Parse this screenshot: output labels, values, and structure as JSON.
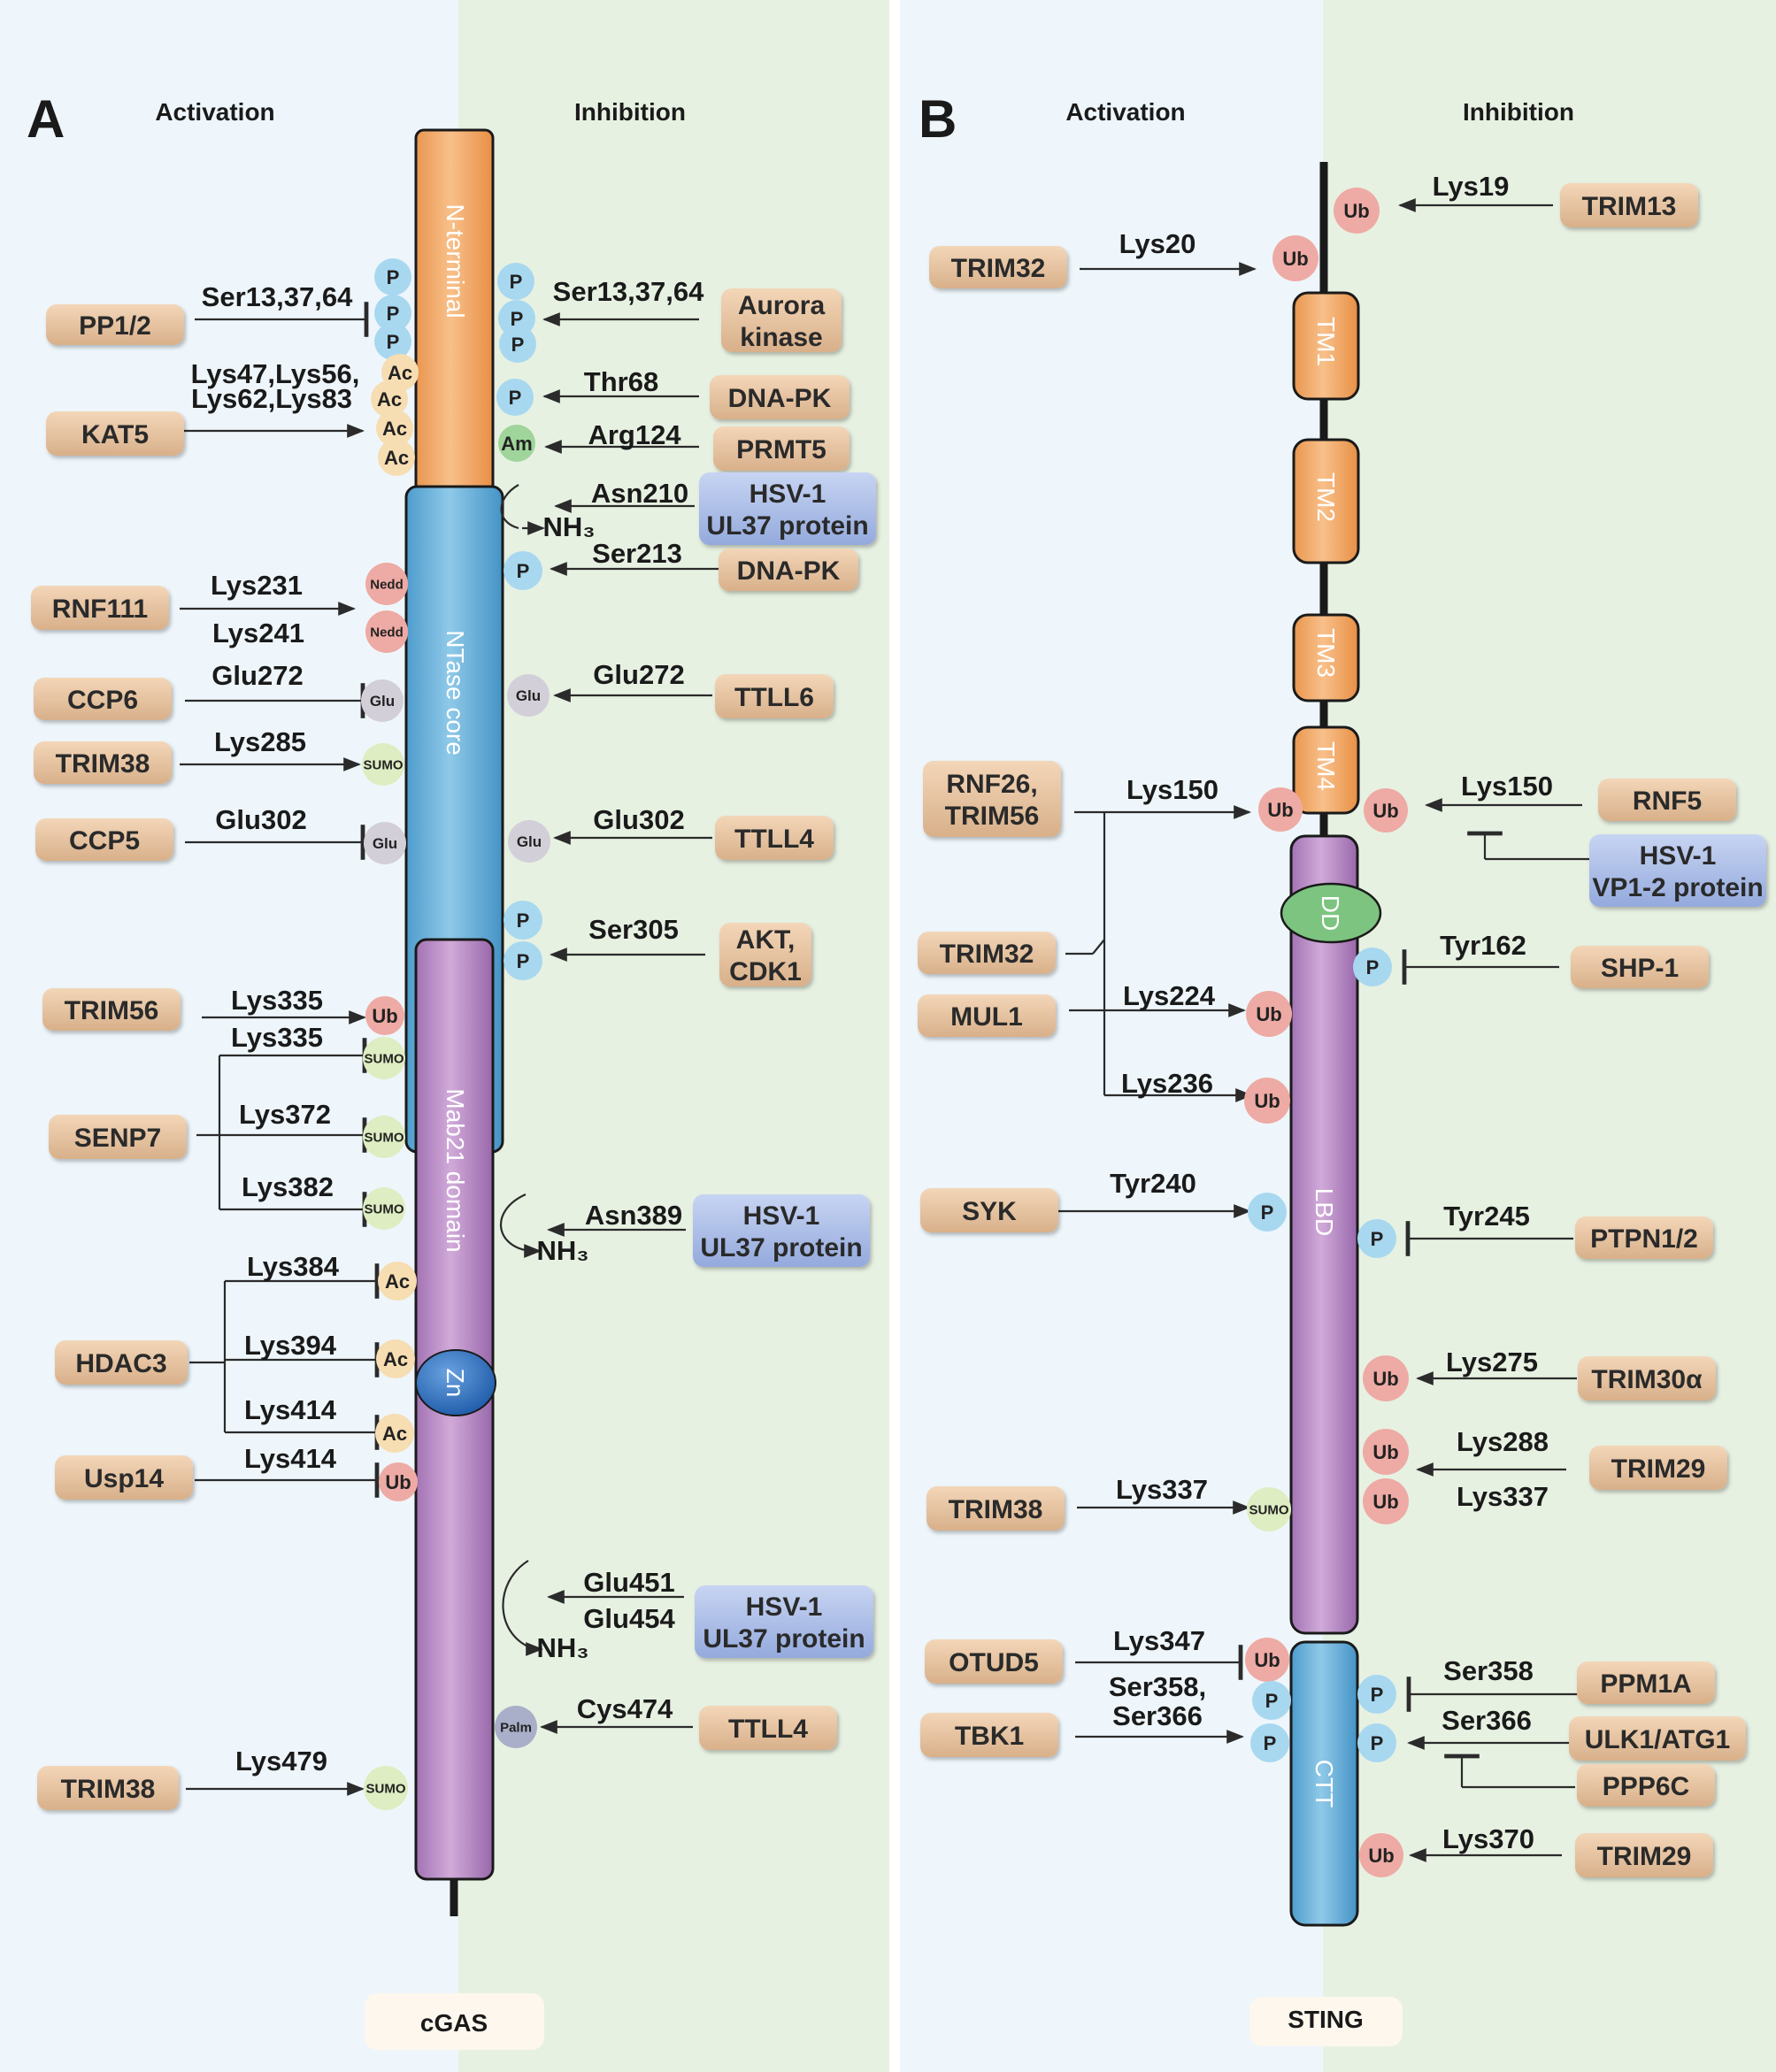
{
  "panels": [
    {
      "label": "A",
      "activation_label": "Activation",
      "inhibition_label": "Inhibition",
      "protein_name": "cGAS",
      "domains": [
        "N-terminal",
        "NTase core",
        "Mab21 domain",
        "Zn"
      ]
    },
    {
      "label": "B",
      "activation_label": "Activation",
      "inhibition_label": "Inhibition",
      "protein_name": "STING",
      "domains": [
        "TM1",
        "TM2",
        "TM3",
        "TM4",
        "DD",
        "LBD",
        "CTT"
      ]
    }
  ],
  "regulators": [
    {
      "lines": [
        "PP1/2"
      ],
      "style": "enzyme"
    },
    {
      "lines": [
        "KAT5"
      ],
      "style": "enzyme"
    },
    {
      "lines": [
        "RNF111"
      ],
      "style": "enzyme"
    },
    {
      "lines": [
        "CCP6"
      ],
      "style": "enzyme"
    },
    {
      "lines": [
        "TRIM38"
      ],
      "style": "enzyme"
    },
    {
      "lines": [
        "CCP5"
      ],
      "style": "enzyme"
    },
    {
      "lines": [
        "TRIM56"
      ],
      "style": "enzyme"
    },
    {
      "lines": [
        "SENP7"
      ],
      "style": "enzyme"
    },
    {
      "lines": [
        "HDAC3"
      ],
      "style": "enzyme"
    },
    {
      "lines": [
        "Usp14"
      ],
      "style": "enzyme"
    },
    {
      "lines": [
        "TRIM38"
      ],
      "style": "enzyme"
    },
    {
      "lines": [
        "Aurora",
        "kinase"
      ],
      "style": "enzyme"
    },
    {
      "lines": [
        "DNA-PK"
      ],
      "style": "enzyme"
    },
    {
      "lines": [
        "PRMT5"
      ],
      "style": "enzyme"
    },
    {
      "lines": [
        "HSV-1",
        "UL37 protein"
      ],
      "style": "virus"
    },
    {
      "lines": [
        "DNA-PK"
      ],
      "style": "enzyme"
    },
    {
      "lines": [
        "TTLL6"
      ],
      "style": "enzyme"
    },
    {
      "lines": [
        "TTLL4"
      ],
      "style": "enzyme"
    },
    {
      "lines": [
        "AKT,",
        "CDK1"
      ],
      "style": "enzyme"
    },
    {
      "lines": [
        "HSV-1",
        "UL37 protein"
      ],
      "style": "virus"
    },
    {
      "lines": [
        "HSV-1",
        "UL37 protein"
      ],
      "style": "virus"
    },
    {
      "lines": [
        "TTLL4"
      ],
      "style": "enzyme"
    },
    {
      "lines": [
        "TRIM32"
      ],
      "style": "enzyme"
    },
    {
      "lines": [
        "RNF26,",
        "TRIM56"
      ],
      "style": "enzyme"
    },
    {
      "lines": [
        "TRIM32"
      ],
      "style": "enzyme"
    },
    {
      "lines": [
        "MUL1"
      ],
      "style": "enzyme"
    },
    {
      "lines": [
        "SYK"
      ],
      "style": "enzyme"
    },
    {
      "lines": [
        "TRIM38"
      ],
      "style": "enzyme"
    },
    {
      "lines": [
        "OTUD5"
      ],
      "style": "enzyme"
    },
    {
      "lines": [
        "TBK1"
      ],
      "style": "enzyme"
    },
    {
      "lines": [
        "TRIM13"
      ],
      "style": "enzyme"
    },
    {
      "lines": [
        "RNF5"
      ],
      "style": "enzyme"
    },
    {
      "lines": [
        "HSV-1",
        "VP1-2 protein"
      ],
      "style": "virus"
    },
    {
      "lines": [
        "SHP-1"
      ],
      "style": "enzyme"
    },
    {
      "lines": [
        "PTPN1/2"
      ],
      "style": "enzyme"
    },
    {
      "lines": [
        "TRIM30α"
      ],
      "style": "enzyme"
    },
    {
      "lines": [
        "TRIM29"
      ],
      "style": "enzyme"
    },
    {
      "lines": [
        "PPM1A"
      ],
      "style": "enzyme"
    },
    {
      "lines": [
        "ULK1/ATG1"
      ],
      "style": "enzyme"
    },
    {
      "lines": [
        "PPP6C"
      ],
      "style": "enzyme"
    },
    {
      "lines": [
        "TRIM29"
      ],
      "style": "enzyme"
    }
  ],
  "ptm_marks": [
    {
      "label": "P",
      "type": "phospho"
    },
    {
      "label": "P",
      "type": "phospho"
    },
    {
      "label": "P",
      "type": "phospho"
    },
    {
      "label": "Ac",
      "type": "acetyl"
    },
    {
      "label": "Ac",
      "type": "acetyl"
    },
    {
      "label": "Ac",
      "type": "acetyl"
    },
    {
      "label": "Ac",
      "type": "acetyl"
    },
    {
      "label": "P",
      "type": "phospho"
    },
    {
      "label": "P",
      "type": "phospho"
    },
    {
      "label": "P",
      "type": "phospho"
    },
    {
      "label": "P",
      "type": "phospho"
    },
    {
      "label": "Am",
      "type": "methyl"
    },
    {
      "label": "P",
      "type": "phospho"
    },
    {
      "label": "Nedd",
      "type": "neddyl"
    },
    {
      "label": "Nedd",
      "type": "neddyl"
    },
    {
      "label": "Glu",
      "type": "glutamyl"
    },
    {
      "label": "Glu",
      "type": "glutamyl"
    },
    {
      "label": "SUMO",
      "type": "sumo"
    },
    {
      "label": "Glu",
      "type": "glutamyl"
    },
    {
      "label": "Glu",
      "type": "glutamyl"
    },
    {
      "label": "P",
      "type": "phospho"
    },
    {
      "label": "P",
      "type": "phospho"
    },
    {
      "label": "Ub",
      "type": "ubiquitin"
    },
    {
      "label": "SUMO",
      "type": "sumo"
    },
    {
      "label": "SUMO",
      "type": "sumo"
    },
    {
      "label": "SUMO",
      "type": "sumo"
    },
    {
      "label": "Ac",
      "type": "acetyl"
    },
    {
      "label": "Ac",
      "type": "acetyl"
    },
    {
      "label": "Ac",
      "type": "acetyl"
    },
    {
      "label": "Ub",
      "type": "ubiquitin"
    },
    {
      "label": "Palm",
      "type": "palmitoyl"
    },
    {
      "label": "SUMO",
      "type": "sumo"
    },
    {
      "label": "Ub",
      "type": "ubiquitin"
    },
    {
      "label": "Ub",
      "type": "ubiquitin"
    },
    {
      "label": "Ub",
      "type": "ubiquitin"
    },
    {
      "label": "Ub",
      "type": "ubiquitin"
    },
    {
      "label": "P",
      "type": "phospho"
    },
    {
      "label": "Ub",
      "type": "ubiquitin"
    },
    {
      "label": "Ub",
      "type": "ubiquitin"
    },
    {
      "label": "P",
      "type": "phospho"
    },
    {
      "label": "P",
      "type": "phospho"
    },
    {
      "label": "Ub",
      "type": "ubiquitin"
    },
    {
      "label": "Ub",
      "type": "ubiquitin"
    },
    {
      "label": "Ub",
      "type": "ubiquitin"
    },
    {
      "label": "SUMO",
      "type": "sumo"
    },
    {
      "label": "Ub",
      "type": "ubiquitin"
    },
    {
      "label": "P",
      "type": "phospho"
    },
    {
      "label": "P",
      "type": "phospho"
    },
    {
      "label": "P",
      "type": "phospho"
    },
    {
      "label": "P",
      "type": "phospho"
    },
    {
      "label": "Ub",
      "type": "ubiquitin"
    }
  ],
  "site_labels": [
    "Ser13,37,64",
    "Lys47,Lys56,",
    "Lys62,Lys83",
    "Lys231",
    "Lys241",
    "Glu272",
    "Lys285",
    "Glu302",
    "Lys335",
    "Lys335",
    "Lys372",
    "Lys382",
    "Lys384",
    "Lys394",
    "Lys414",
    "Lys414",
    "Lys479",
    "Ser13,37,64",
    "Thr68",
    "Arg124",
    "Asn210",
    "NH₃",
    "Ser213",
    "Glu272",
    "Glu302",
    "Ser305",
    "Asn389",
    "NH₃",
    "Glu451",
    "Glu454",
    "NH₃",
    "Cys474",
    "Lys19",
    "Lys20",
    "Lys150",
    "Lys150",
    "Lys224",
    "Lys236",
    "Tyr162",
    "Tyr240",
    "Tyr245",
    "Lys275",
    "Lys288",
    "Lys337",
    "Lys337",
    "Lys347",
    "Ser358,",
    "Ser366",
    "Ser358",
    "Ser366",
    "Lys370"
  ],
  "colors": {
    "enzyme_box": "#e5c19d",
    "virus_box": "#a9bbe8",
    "phospho": "#a8d8f0",
    "acetyl": "#f6ddb2",
    "ubiquitin": "#eeaaa4",
    "sumo": "#deedc2",
    "glutamyl": "#d3cfd8",
    "neddyl": "#eeaaa4",
    "methyl": "#9fd59a",
    "palmitoyl": "#a9afc8"
  }
}
